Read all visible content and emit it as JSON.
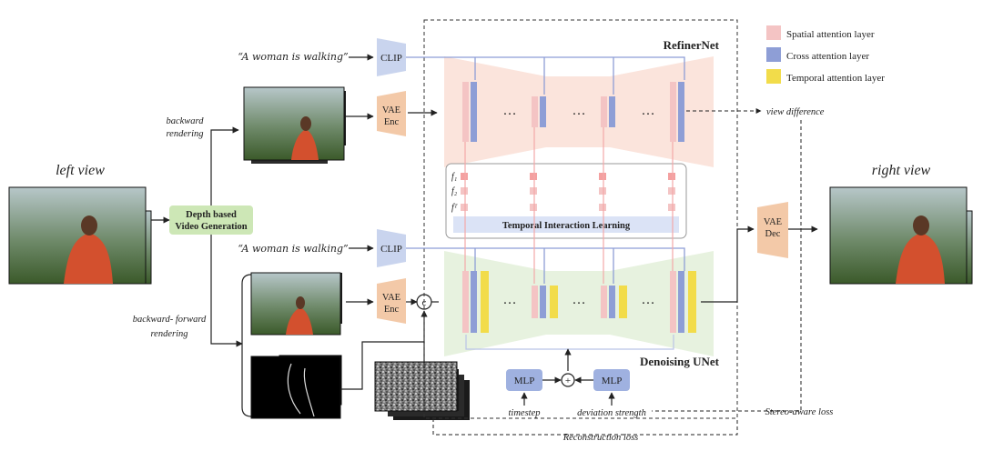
{
  "left_view": {
    "label": "left view"
  },
  "right_view": {
    "label": "right view"
  },
  "depth_block": {
    "label_line1": "Depth based",
    "label_line2": "Video Generation"
  },
  "prompt_top": "“A woman is walking”",
  "prompt_bottom": "“A woman is walking”",
  "backward_rendering": {
    "line1": "backward",
    "line2": "rendering"
  },
  "backward_forward_rendering": {
    "line1": "backward- forward",
    "line2": "rendering"
  },
  "clip_label": "CLIP",
  "vae_enc": {
    "line1": "VAE",
    "line2": "Enc"
  },
  "vae_dec": {
    "line1": "VAE",
    "line2": "Dec"
  },
  "concat_symbol": "c",
  "add_symbol": "+",
  "refinernet_title": "RefinerNet",
  "denoising_title": "Denoising UNet",
  "ellipsis": "…",
  "temporal_interaction": "Temporal Interaction Learning",
  "frame_labels": [
    "f₁",
    "f₂",
    "fᵀ"
  ],
  "mlp_label": "MLP",
  "timestep": "timestep",
  "deviation_strength": "deviation strength",
  "view_difference": "view difference",
  "stereo_loss": "Stereo-aware loss",
  "reconstruction_loss": "Reconstruction loss",
  "legend": [
    {
      "label": "Spatial attention layer",
      "color": "#f4c4c4"
    },
    {
      "label": "Cross attention layer",
      "color": "#8e9ed6"
    },
    {
      "label": "Temporal attention layer",
      "color": "#f2dc4a"
    }
  ],
  "colors": {
    "spatial": "#f4c4c4",
    "cross": "#8e9ed6",
    "temporal": "#f2dc4a",
    "clip": "#c9d4ee",
    "vae": "#f3c9a8",
    "depth_block": "#cde7b6",
    "mlp": "#9fb1e0",
    "unet_top_bg": "#fbe4dc",
    "unet_bottom_bg": "#e7f2df"
  }
}
